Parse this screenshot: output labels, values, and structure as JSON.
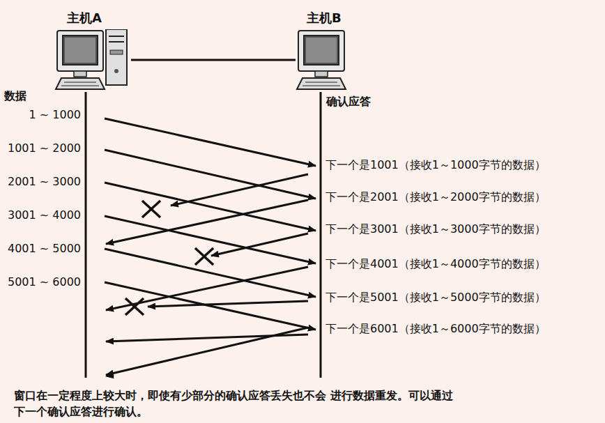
{
  "diagram": {
    "caption": "窗口在一定程度上较大时，即使有少部分的确认应答丢失也不会 进行数据重发。可以通过下一个确认应答进行确认。",
    "nodes": [
      {
        "text": [
          "主机A"
        ]
      },
      {
        "text": [
          "主机B"
        ]
      }
    ],
    "edges": [
      {
        "from": 0,
        "to": 1,
        "arrow": "none"
      }
    ],
    "labels": [
      "数据",
      "1 ~ 1000",
      "1001 ~ 2000",
      "2001 ~ 3000",
      "3001 ~ 4000",
      "4001 ~ 5000",
      "5001 ~ 6000",
      "确认应答",
      "下一个是1001（接收1～1000字节的数据）",
      "下一个是2001（接收1～2000字节的数据）",
      "下一个是3001（接收1～3000字节的数据）",
      "下一个是4001（接收1～4000字节的数据）",
      "下一个是5001（接收1～5000字节的数据）",
      "下一个是6001（接收1～6000字节的数据）"
    ]
  }
}
